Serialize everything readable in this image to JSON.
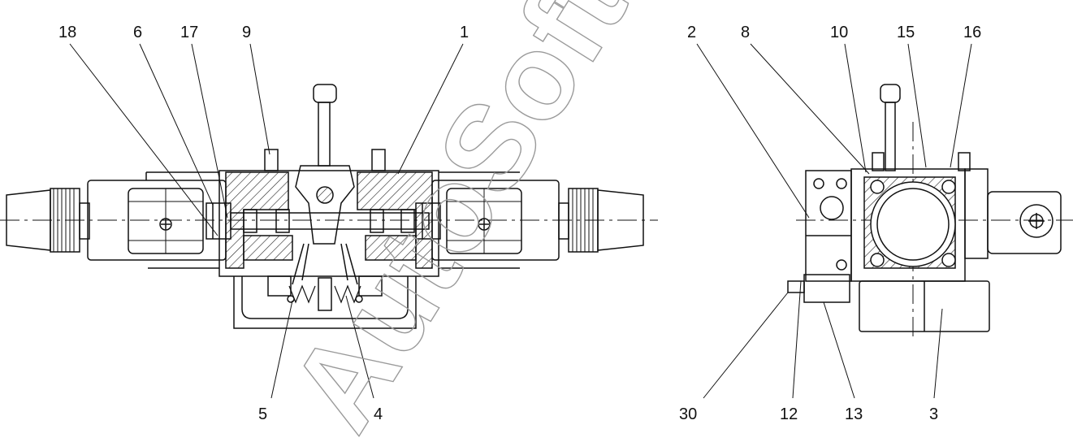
{
  "watermark": "AutoSoft",
  "callouts": {
    "c18": "18",
    "c6": "6",
    "c17": "17",
    "c9": "9",
    "c1": "1",
    "c5": "5",
    "c4": "4",
    "c2": "2",
    "c8": "8",
    "c10": "10",
    "c15": "15",
    "c16": "16",
    "c30": "30",
    "c12": "12",
    "c13": "13",
    "c3": "3"
  },
  "colors": {
    "line": "#111111",
    "watermark": "#9a9a9a",
    "background": "#ffffff"
  }
}
